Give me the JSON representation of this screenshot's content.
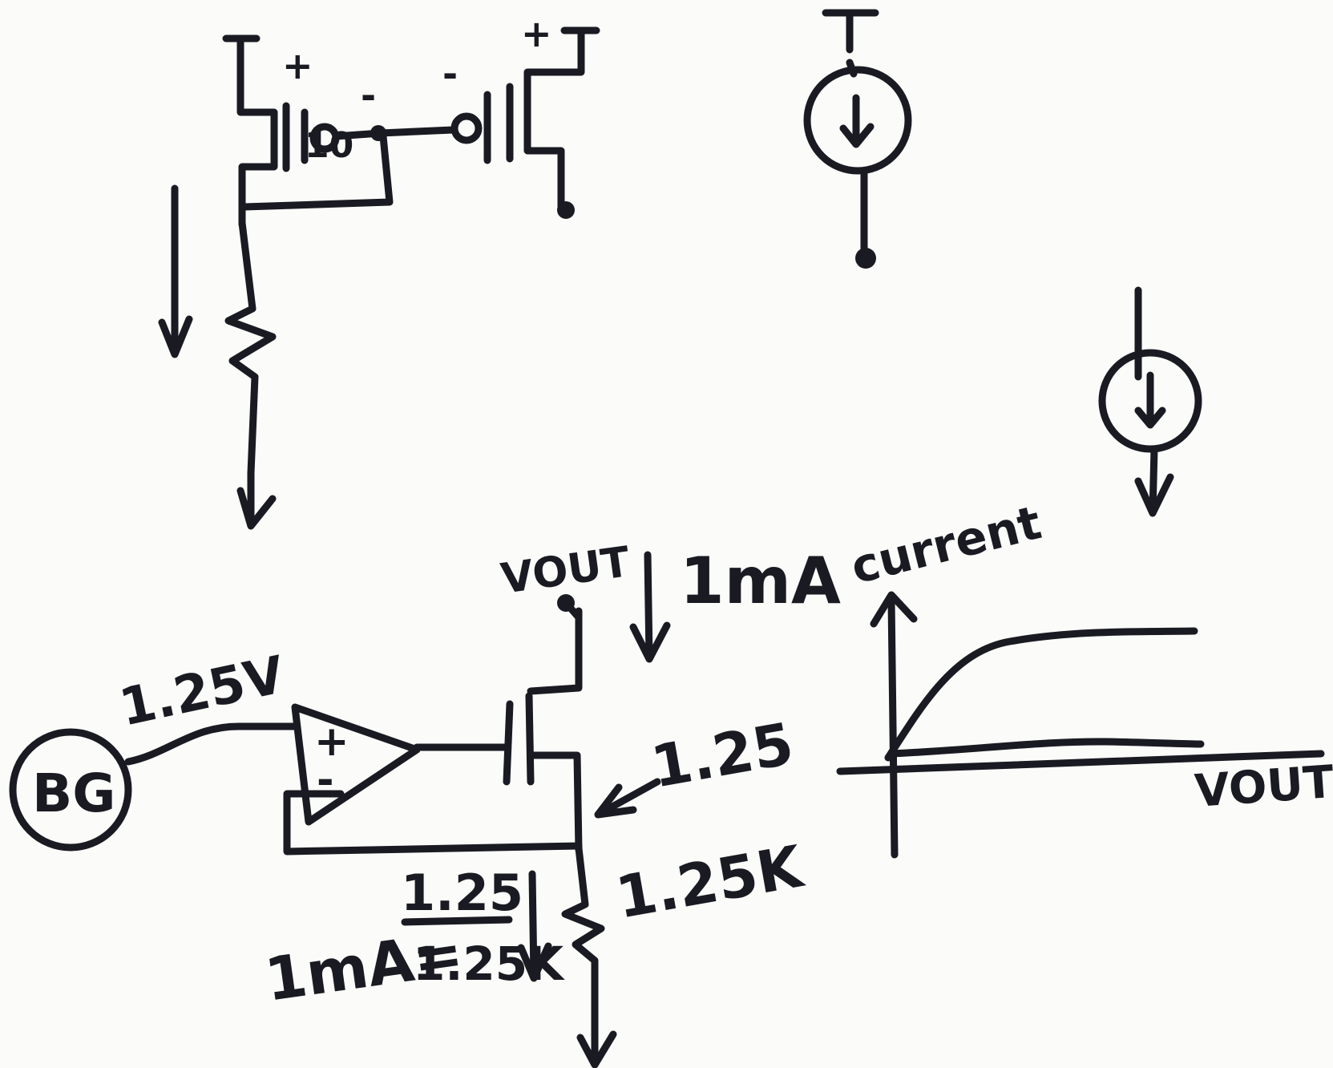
{
  "diagram": {
    "top_left": {
      "plus_source": "+",
      "plus_drain": "+",
      "minus_gate_1": "-",
      "minus_gate_2": "-",
      "device_label": "10"
    },
    "bottom": {
      "vout_label": "VOUT",
      "current_label": "1mA",
      "bg_label": "BG",
      "bg_voltage": "1.25V",
      "opamp_plus": "+",
      "opamp_minus": "-",
      "node_voltage": "1.25",
      "resistor_value": "1.25K",
      "eq_lhs": "1mA=",
      "eq_numerator": "1.25",
      "eq_denominator": "1.25K"
    },
    "graph": {
      "y_axis_label": "current",
      "x_axis_label": "VOUT"
    }
  }
}
